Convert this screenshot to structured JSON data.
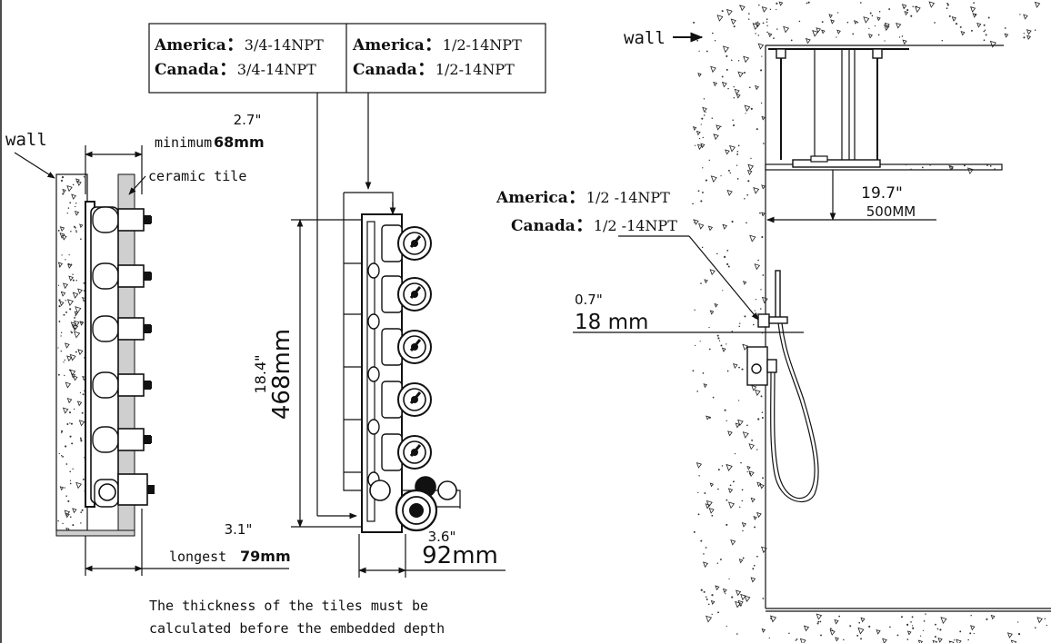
{
  "left": {
    "wall_label": "wall",
    "min_depth_in": "2.7\"",
    "min_depth_prefix": "minimum",
    "min_depth_mm": "68mm",
    "tile_label": "ceramic tile",
    "longest_in": "3.1\"",
    "longest_prefix": "longest",
    "longest_mm": "79mm",
    "note_line1": "The thickness of the tiles must be",
    "note_line2": "calculated before the embedded depth"
  },
  "spec_box": {
    "col1": {
      "line1_country": "America",
      "line1_value": "3/4-14NPT",
      "line2_country": "Canada",
      "line2_value": "3/4-14NPT"
    },
    "col2": {
      "line1_country": "America",
      "line1_value": "1/2-14NPT",
      "line2_country": "Canada",
      "line2_value": "1/2-14NPT"
    }
  },
  "front": {
    "height_in": "18.4\"",
    "height_mm": "468mm",
    "width_in": "3.6\"",
    "width_mm": "92mm"
  },
  "right": {
    "wall_label": "wall",
    "drop_in": "19.7\"",
    "drop_mm": "500MM",
    "outlet_america": "America",
    "outlet_america_value": "1/2 -14NPT",
    "outlet_canada": "Canada",
    "outlet_canada_value": "1/2 -14NPT",
    "outlet_in": "0.7\"",
    "outlet_mm": "18 mm"
  }
}
